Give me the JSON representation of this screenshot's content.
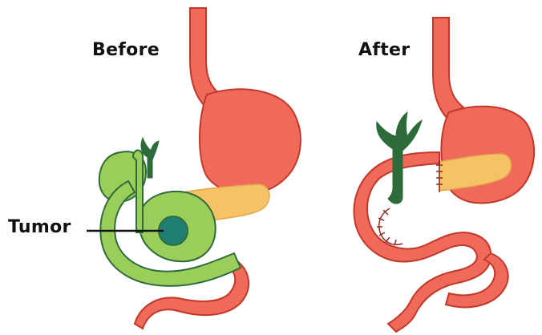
{
  "labels": {
    "before": "Before",
    "after": "After",
    "tumor": "Tumor"
  },
  "colors": {
    "stomach": "#EF6A5A",
    "pancreas": "#F7C266",
    "duodenum_gallbladder": "#9ACD5A",
    "bile_duct": "#2E6B3A",
    "tumor": "#1E7F72",
    "outline": "#C0392B",
    "text": "#111111"
  }
}
